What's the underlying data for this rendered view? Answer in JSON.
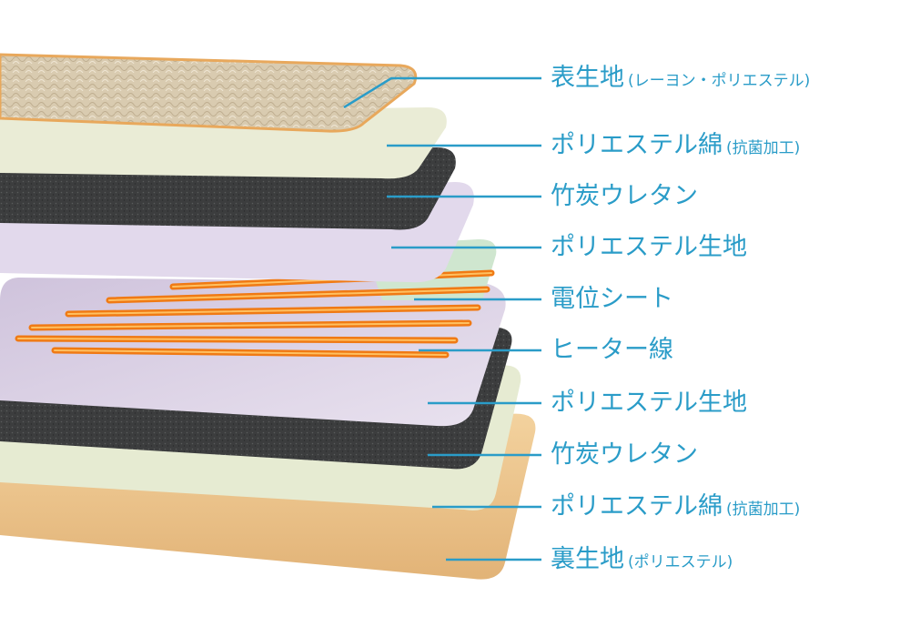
{
  "layers": [
    {
      "id": "surface",
      "label": "表生地",
      "note": "(レーヨン・ポリエステル)",
      "color": "#dccdb2",
      "edge": "#e0a85a",
      "pattern": "quilt"
    },
    {
      "id": "poly-cotton-top",
      "label": "ポリエステル綿",
      "note": "(抗菌加工)",
      "color": "#ebecd6"
    },
    {
      "id": "bamboo-urethane-top",
      "label": "竹炭ウレタン",
      "note": "",
      "color": "#3e3f40"
    },
    {
      "id": "poly-fabric-top",
      "label": "ポリエステル生地",
      "note": "",
      "color": "#ddd3e6"
    },
    {
      "id": "potential-sheet",
      "label": "電位シート",
      "note": "",
      "color": "#cde7cf"
    },
    {
      "id": "heater-wire",
      "label": "ヒーター線",
      "note": "",
      "color": "#f28a1c"
    },
    {
      "id": "poly-fabric-bottom",
      "label": "ポリエステル生地",
      "note": "",
      "color": "#ddd3e6"
    },
    {
      "id": "bamboo-urethane-bottom",
      "label": "竹炭ウレタン",
      "note": "",
      "color": "#3e3f40"
    },
    {
      "id": "poly-cotton-bottom",
      "label": "ポリエステル綿",
      "note": "(抗菌加工)",
      "color": "#e8ecd4"
    },
    {
      "id": "back",
      "label": "裏生地",
      "note": "(ポリエステル)",
      "color": "#ecc48c"
    }
  ],
  "colors": {
    "leader": "#2a9cc8",
    "text": "#2a9cc8"
  }
}
